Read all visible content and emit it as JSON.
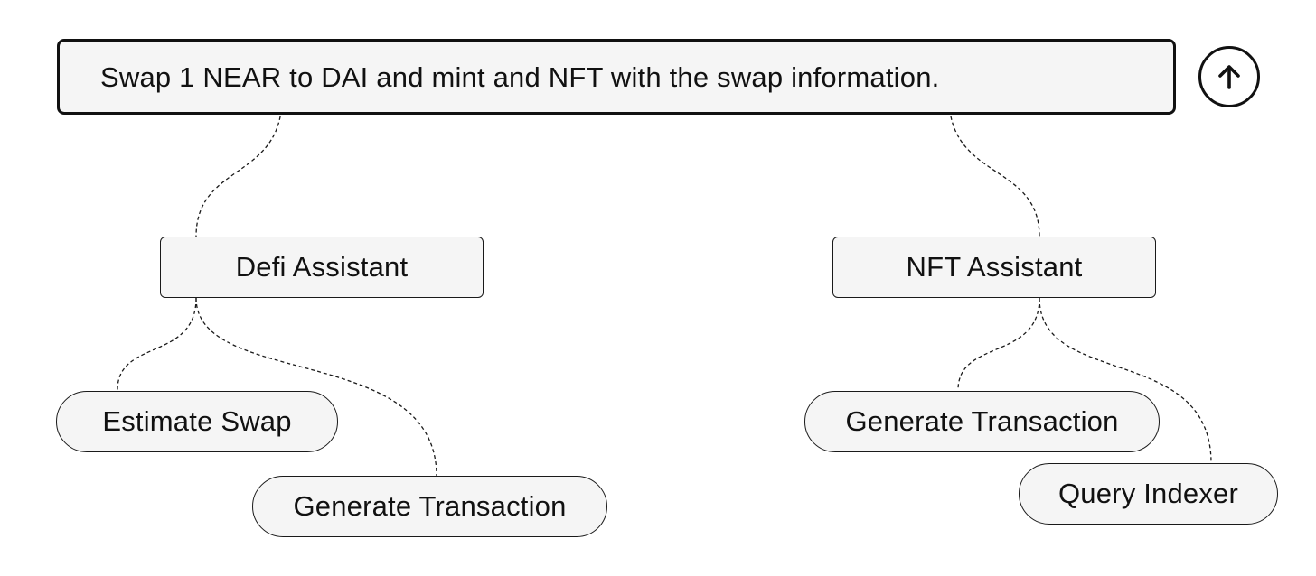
{
  "prompt": {
    "text": "Swap 1 NEAR to DAI and mint and NFT with the swap information."
  },
  "send_button": {
    "icon": "arrow-up-icon"
  },
  "assistants": [
    {
      "label": "Defi Assistant",
      "tools": [
        "Estimate Swap",
        "Generate Transaction"
      ]
    },
    {
      "label": "NFT Assistant",
      "tools": [
        "Generate Transaction",
        "Query Indexer"
      ]
    }
  ]
}
